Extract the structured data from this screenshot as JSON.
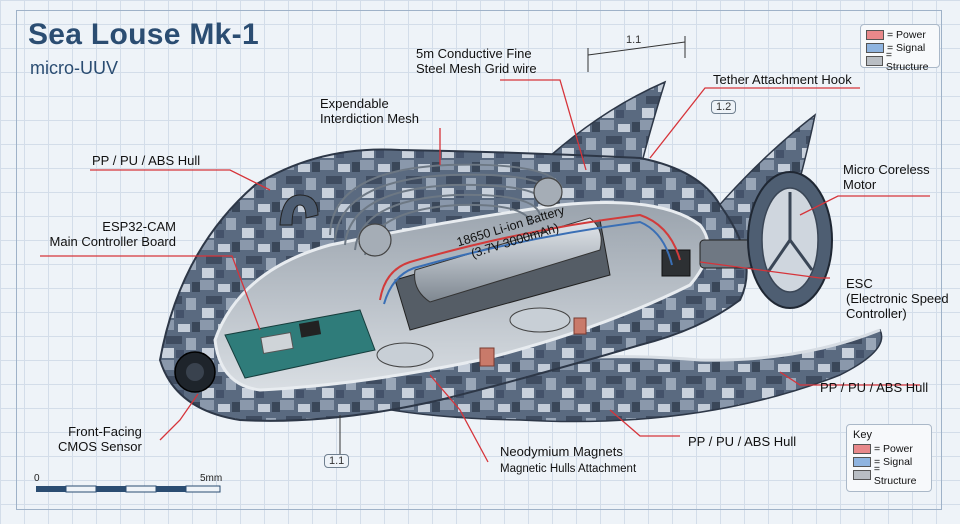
{
  "header": {
    "title": "Sea Louse Mk-1",
    "subtitle": "micro-UUV"
  },
  "labels": {
    "mesh_wire": "5m Conductive Fine\nSteel Mesh Grid wire",
    "tether_hook": "Tether Attachment Hook",
    "interdiction_mesh": "Expendable\nInterdiction Mesh",
    "hull_top": "PP / PU / ABS Hull",
    "controller": "ESP32-CAM\nMain Controller Board",
    "motor": "Micro Coreless\nMotor",
    "esc": "ESC\n(Electronic Speed\nController)",
    "hull_right": "PP / PU / ABS Hull",
    "hull_bottom": "PP / PU / ABS Hull",
    "sensor": "Front-Facing\nCMOS Sensor",
    "magnets": "Neodymium Magnets",
    "magnets_sub": "Magnetic Hulls Attachment",
    "battery_line1": "18650 Li-ion Battery",
    "battery_line2": "(3.7V 3000mAh)"
  },
  "dimensions": {
    "top_dim": "1.1",
    "tag_top": "1.2",
    "tag_bottom": "1.1"
  },
  "scale_bar": {
    "start": "0",
    "end": "5mm"
  },
  "key_top": {
    "items": [
      {
        "label": "= Power",
        "color": "#e8888a"
      },
      {
        "label": "= Signal",
        "color": "#8fb4e0"
      },
      {
        "label": "= Structure",
        "color": "#b9bec4"
      }
    ]
  },
  "key_bottom": {
    "title": "Key",
    "items": [
      {
        "label": "= Power",
        "color": "#e8888a"
      },
      {
        "label": "= Signal",
        "color": "#8fb4e0"
      },
      {
        "label": "= Structure",
        "color": "#b9bec4"
      }
    ]
  },
  "colors": {
    "title": "#2b4d72",
    "leader": "#d6343a",
    "hull_dark": "#4d5d72",
    "hull_light": "#a9b6c6"
  }
}
